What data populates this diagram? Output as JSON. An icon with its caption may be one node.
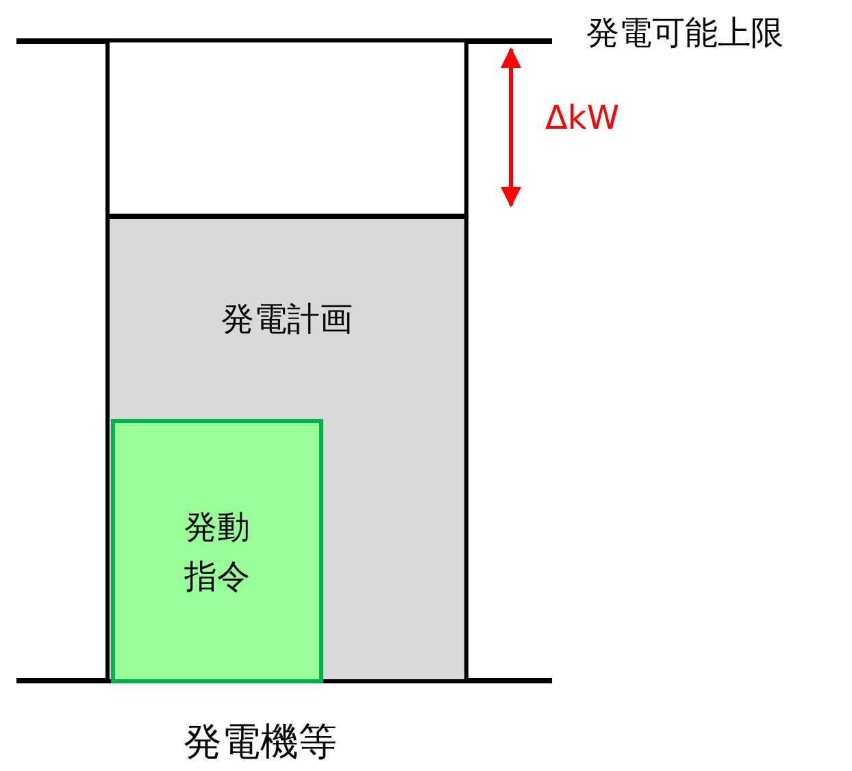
{
  "diagram": {
    "nodes": [
      {
        "text": [],
        "shape": "box"
      },
      {
        "text": [
          "発電計画"
        ]
      },
      {
        "text": [
          "発動指令"
        ],
        "in": 1
      }
    ],
    "labels": [
      "発電可能上限",
      "ΔkW",
      "発電機等"
    ]
  }
}
